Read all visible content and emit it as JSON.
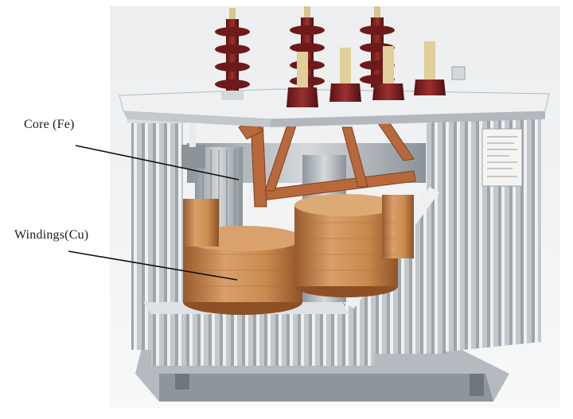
{
  "figure": {
    "subject": "Oil-immersed power transformer cutaway",
    "labels": [
      {
        "id": "core",
        "text": "Core (Fe)"
      },
      {
        "id": "windings",
        "text": "Windings(Cu)"
      }
    ],
    "components": {
      "hv_bushings": 3,
      "lv_bushings": 4,
      "cooling_fins": "corrugated radiator tank walls",
      "nameplate": "rating plate on right side (text illegible)"
    },
    "colors": {
      "bushing_porcelain": "#7a1f1f",
      "bushing_cap": "#d9c48a",
      "copper_winding": "#c98a4e",
      "copper_leads": "#b8683a",
      "steel_tank": "#c9ced3",
      "core_steel": "#a9b0b6",
      "background": "#ffffff"
    }
  }
}
